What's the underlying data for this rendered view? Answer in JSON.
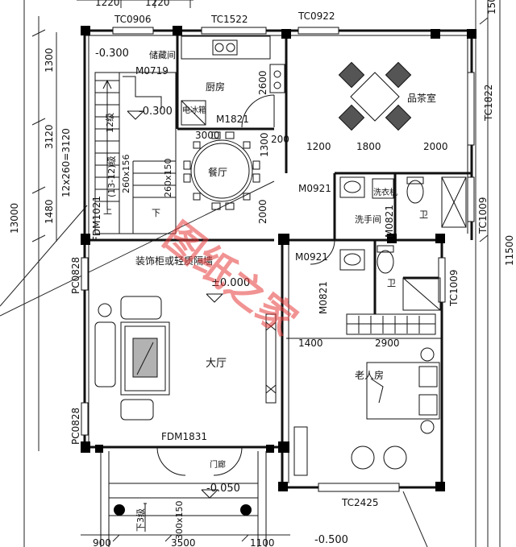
{
  "windows": {
    "tc0906": "TC0906",
    "tc1522": "TC1522",
    "tc0922": "TC0922",
    "tc1822": "TC1822",
    "tc1009_a": "TC1009",
    "tc1009_b": "TC1009",
    "tc2425": "TC2425",
    "pc0828_a": "PC0828",
    "pc0828_b": "PC0828"
  },
  "doors": {
    "m0719": "M0719",
    "m1821": "M1821",
    "m0921_a": "M0921",
    "m0921_b": "M0921",
    "m0821_a": "M0821",
    "m0821_b": "M0821",
    "fdm1021": "FDM1021",
    "fdm1831": "FDM1831"
  },
  "rooms": {
    "storage": "储藏间",
    "kitchen": "厨房",
    "fridge": "电冰箱",
    "tea_room": "品茶室",
    "dining": "餐厅",
    "laundry": "洗衣机",
    "washroom": "洗手间",
    "bath_a": "卫",
    "bath_b": "卫",
    "partition": "装饰柜或轻质隔墙",
    "hall": "大厅",
    "elder_room": "老人房",
    "porch_post": "门廊"
  },
  "levels": {
    "storage": "-0.300",
    "stair": "-0.300",
    "hall": "±0.000",
    "porch": "-0.050",
    "ground": "-0.500"
  },
  "stairs": {
    "flight_total": "12x260=3120",
    "flight_text": "12级",
    "step_note": "(13-12)级",
    "step_size_a": "260x156",
    "step_size_b": "260x150",
    "porch_steps": "下3级",
    "porch_size": "300x150",
    "stair_down": "下",
    "stair_up": "上"
  },
  "dimensions": {
    "top_a": "1220",
    "top_b": "1220",
    "top_right": "150",
    "left_1300": "1300",
    "left_3120": "3120",
    "left_1480": "1480",
    "left_13000": "13000",
    "k_2600": "2600",
    "d_1300": "1300",
    "d_3000": "3000",
    "d_200": "200",
    "d_1200": "1200",
    "d_1800": "1800",
    "d_2000_h": "2000",
    "d_2000_v": "2000",
    "d_1400": "1400",
    "d_2900": "2900",
    "right_11500": "11500",
    "bot_900": "900",
    "bot_3500": "3500",
    "bot_1100": "1100"
  },
  "watermark": "图纸之家"
}
